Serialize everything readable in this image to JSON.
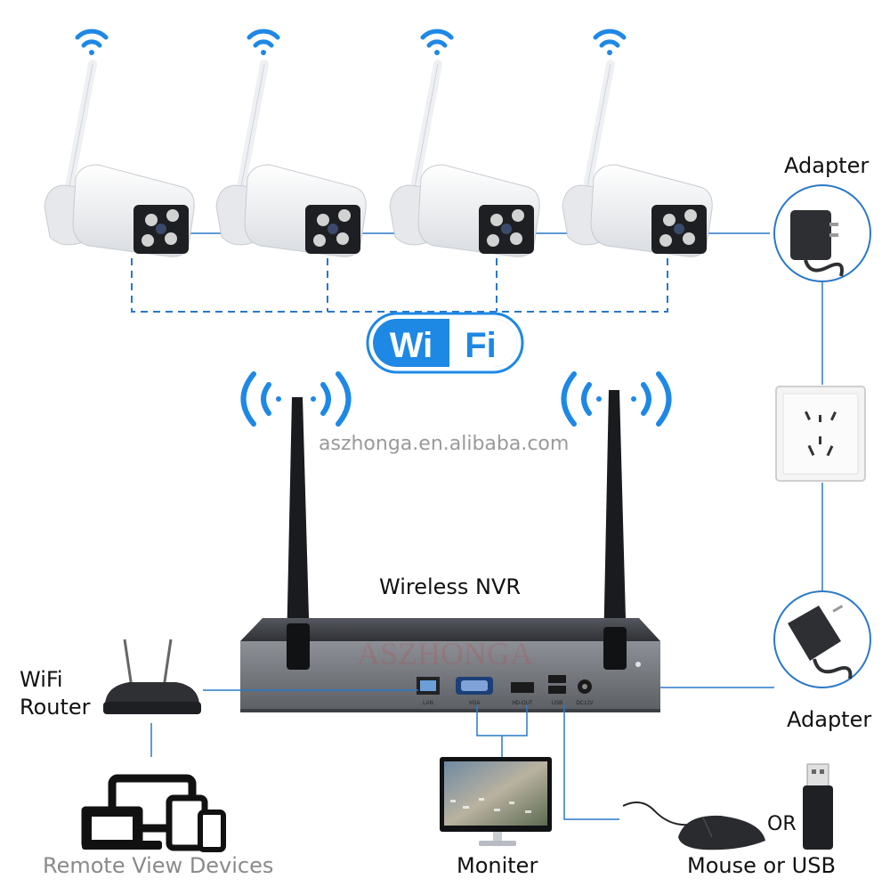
{
  "labels": {
    "adapter_top": "Adapter",
    "adapter_bottom": "Adapter",
    "wireless_nvr": "Wireless NVR",
    "wifi_router": [
      "WiFi",
      "Router"
    ],
    "remote_view": "Remote View Devices",
    "monitor": "Moniter",
    "mouse_or_usb": "Mouse or USB",
    "or": "OR"
  },
  "wifi_badge": {
    "part1": "Wi",
    "part2": "Fi"
  },
  "watermark": "aszhonga.en.alibaba.com",
  "nvr_brand": "ASZHONGA",
  "ports": {
    "lan": "LAN",
    "vga": "VGA",
    "hdout": "HD-OUT",
    "usb": "USB",
    "dc": "DC12V"
  },
  "colors": {
    "wifi_blue": "#1e88e5",
    "line_blue": "#2a78c8",
    "nvr_body": "#3d3f44",
    "camera_white": "#f4f5f7"
  }
}
